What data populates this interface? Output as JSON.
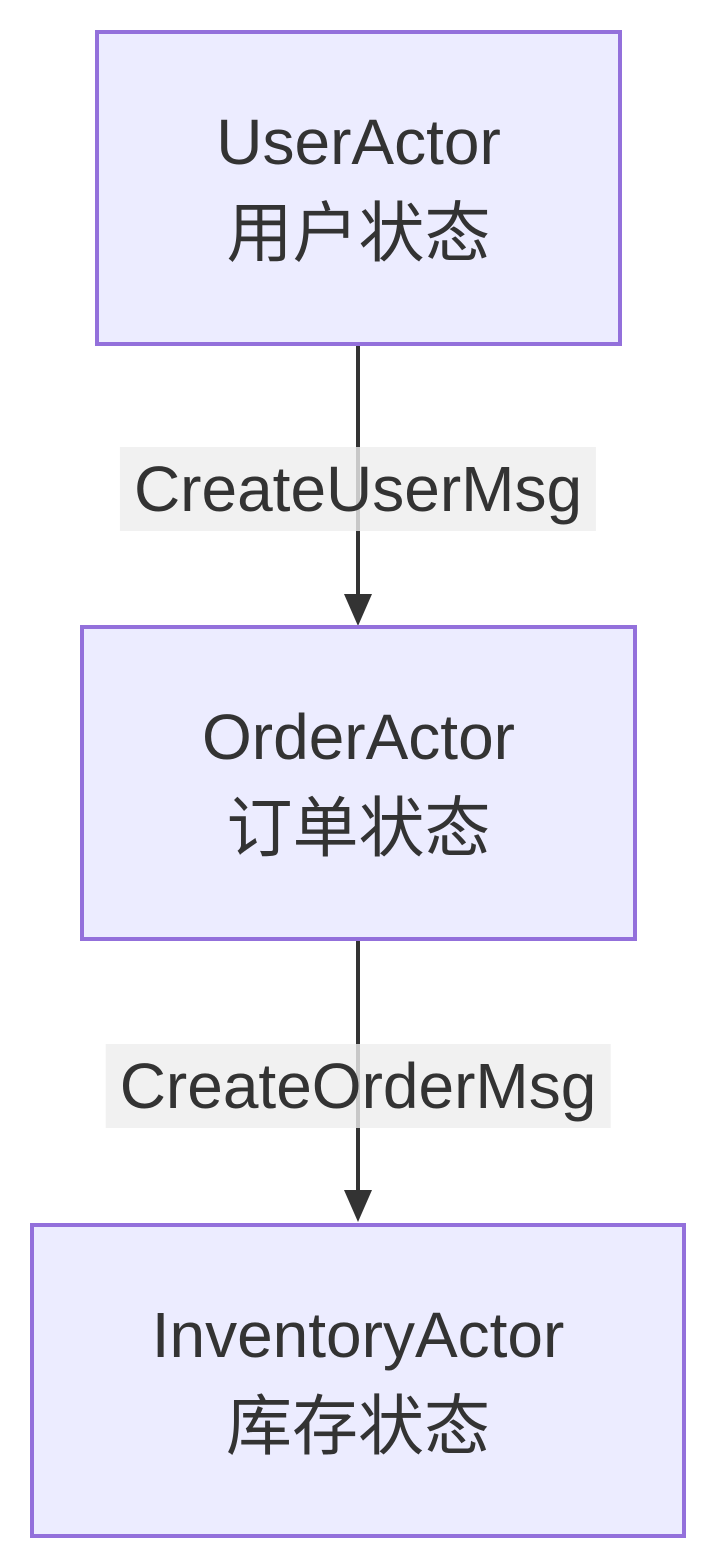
{
  "diagram": {
    "type": "flowchart-top-down",
    "background": "#ffffff",
    "nodes": [
      {
        "id": "user",
        "title": "UserActor",
        "subtitle": "用户状态"
      },
      {
        "id": "order",
        "title": "OrderActor",
        "subtitle": "订单状态"
      },
      {
        "id": "inventory",
        "title": "InventoryActor",
        "subtitle": "库存状态"
      }
    ],
    "edges": [
      {
        "from": "user",
        "to": "order",
        "label": "CreateUserMsg"
      },
      {
        "from": "order",
        "to": "inventory",
        "label": "CreateOrderMsg"
      }
    ],
    "colors": {
      "node_fill": "#ECECFF",
      "node_border": "#9370DB",
      "node_text": "#333333",
      "edge_stroke": "#333333",
      "edge_label_bg": "#ededed",
      "edge_label_text": "#333333"
    }
  }
}
